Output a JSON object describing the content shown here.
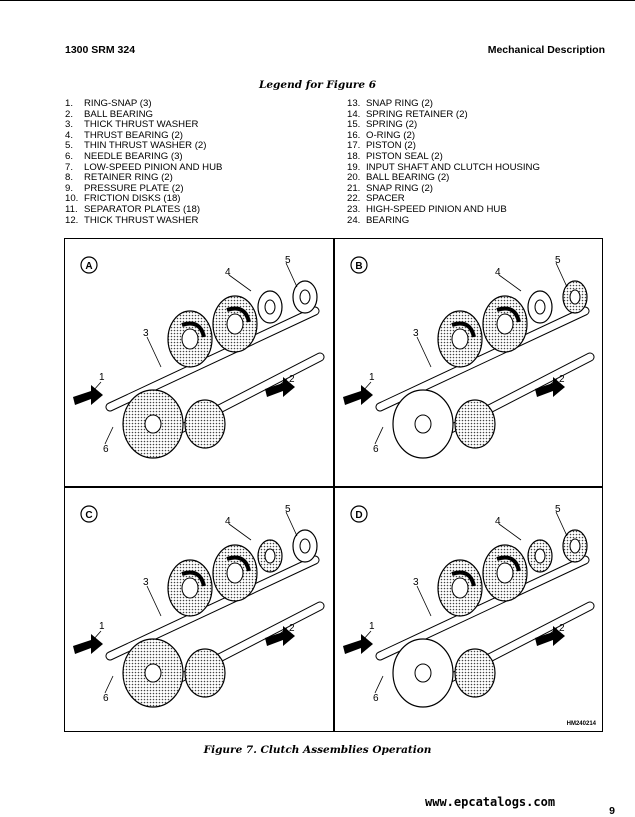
{
  "header": {
    "doc_id": "1300 SRM 324",
    "section": "Mechanical Description"
  },
  "legend": {
    "title": "Legend for Figure 6",
    "items": [
      {
        "num": "1.",
        "label": "RING-SNAP (3)"
      },
      {
        "num": "2.",
        "label": "BALL BEARING"
      },
      {
        "num": "3.",
        "label": "THICK THRUST WASHER"
      },
      {
        "num": "4.",
        "label": "THRUST BEARING (2)"
      },
      {
        "num": "5.",
        "label": "THIN THRUST WASHER (2)"
      },
      {
        "num": "6.",
        "label": "NEEDLE BEARING (3)"
      },
      {
        "num": "7.",
        "label": "LOW-SPEED PINION AND HUB"
      },
      {
        "num": "8.",
        "label": "RETAINER RING (2)"
      },
      {
        "num": "9.",
        "label": "PRESSURE PLATE (2)"
      },
      {
        "num": "10.",
        "label": "FRICTION DISKS (18)"
      },
      {
        "num": "11.",
        "label": "SEPARATOR PLATES (18)"
      },
      {
        "num": "12.",
        "label": "THICK THRUST WASHER"
      },
      {
        "num": "13.",
        "label": "SNAP RING (2)"
      },
      {
        "num": "14.",
        "label": "SPRING RETAINER (2)"
      },
      {
        "num": "15.",
        "label": "SPRING (2)"
      },
      {
        "num": "16.",
        "label": "O-RING (2)"
      },
      {
        "num": "17.",
        "label": "PISTON (2)"
      },
      {
        "num": "18.",
        "label": "PISTON SEAL (2)"
      },
      {
        "num": "19.",
        "label": "INPUT SHAFT AND CLUTCH HOUSING"
      },
      {
        "num": "20.",
        "label": "BALL BEARING (2)"
      },
      {
        "num": "21.",
        "label": "SNAP RING (2)"
      },
      {
        "num": "22.",
        "label": "SPACER"
      },
      {
        "num": "23.",
        "label": "HIGH-SPEED PINION AND HUB"
      },
      {
        "num": "24.",
        "label": "BEARING"
      }
    ]
  },
  "figure": {
    "panels": [
      {
        "letter": "A"
      },
      {
        "letter": "B"
      },
      {
        "letter": "C"
      },
      {
        "letter": "D"
      }
    ],
    "callouts": {
      "c1": "1",
      "c2": "2",
      "c3": "3",
      "c4": "4",
      "c5": "5",
      "c6": "6"
    },
    "code": "HM240214"
  },
  "caption": "Figure 7. Clutch Assemblies Operation",
  "footer": {
    "website": "www.epcatalogs.com",
    "page": "9"
  }
}
